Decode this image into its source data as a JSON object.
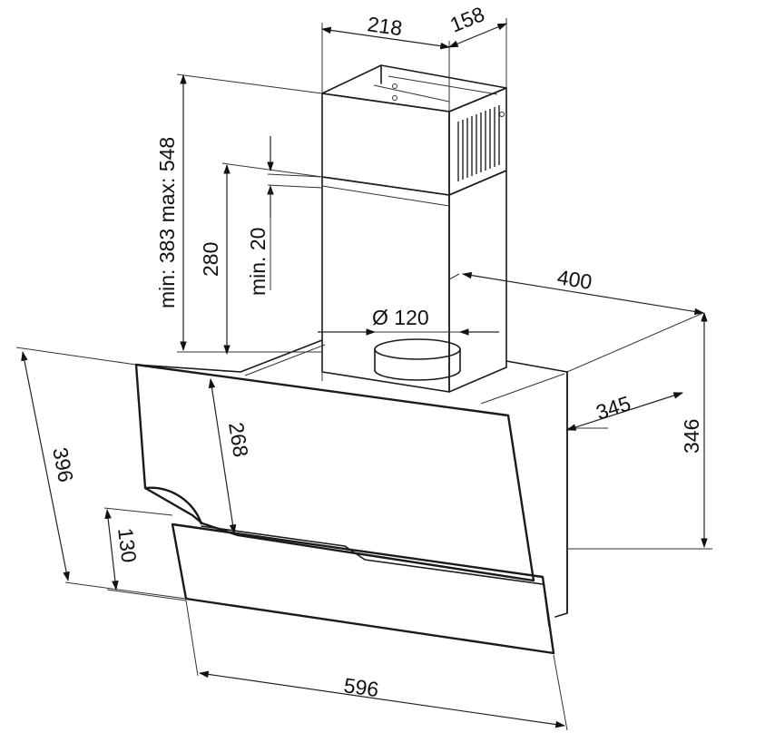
{
  "dimensions": {
    "chimney_width": "218",
    "chimney_depth": "158",
    "chimney_range": "min: 383 max: 548",
    "bracket_height": "280",
    "min_gap": "min. 20",
    "duct_diameter": "Ø 120",
    "body_width": "400",
    "body_depth": "345",
    "body_height": "346",
    "total_height": "396",
    "glass_height": "268",
    "lower_panel_height": "130",
    "total_width": "596"
  },
  "colors": {
    "line": "#1a1a1a",
    "background": "#ffffff"
  }
}
